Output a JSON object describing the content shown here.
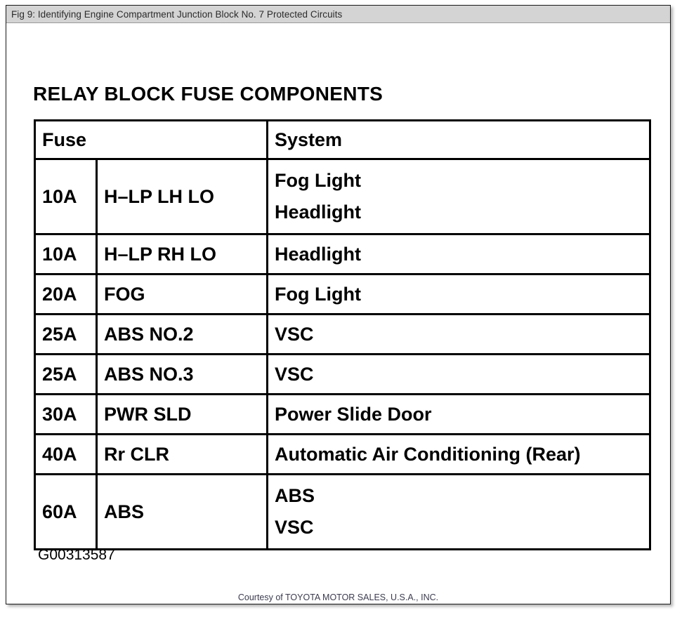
{
  "window": {
    "figure_caption": "Fig 9: Identifying Engine Compartment Junction Block No. 7 Protected Circuits"
  },
  "diagram": {
    "heading": "RELAY BLOCK FUSE COMPONENTS",
    "figure_id": "G00313587",
    "courtesy": "Courtesy of TOYOTA MOTOR SALES, U.S.A., INC.",
    "table": {
      "headers": {
        "fuse": "Fuse",
        "system": "System"
      },
      "rows": [
        {
          "amp": "10A",
          "name": "H–LP LH LO",
          "system_lines": [
            "Fog Light",
            "Headlight"
          ]
        },
        {
          "amp": "10A",
          "name": "H–LP RH LO",
          "system_lines": [
            "Headlight"
          ]
        },
        {
          "amp": "20A",
          "name": "FOG",
          "system_lines": [
            "Fog Light"
          ]
        },
        {
          "amp": "25A",
          "name": "ABS NO.2",
          "system_lines": [
            "VSC"
          ]
        },
        {
          "amp": "25A",
          "name": "ABS NO.3",
          "system_lines": [
            "VSC"
          ]
        },
        {
          "amp": "30A",
          "name": "PWR SLD",
          "system_lines": [
            "Power Slide Door"
          ]
        },
        {
          "amp": "40A",
          "name": "Rr CLR",
          "system_lines": [
            "Automatic Air Conditioning (Rear)"
          ]
        },
        {
          "amp": "60A",
          "name": "ABS",
          "system_lines": [
            "ABS",
            "VSC"
          ]
        }
      ]
    }
  },
  "colors": {
    "titlebar_bg": "#d4d4d4",
    "page_bg": "#ffffff",
    "ink": "#000000",
    "caption_text": "#2b2b2b",
    "courtesy_text": "#3c3c50"
  }
}
